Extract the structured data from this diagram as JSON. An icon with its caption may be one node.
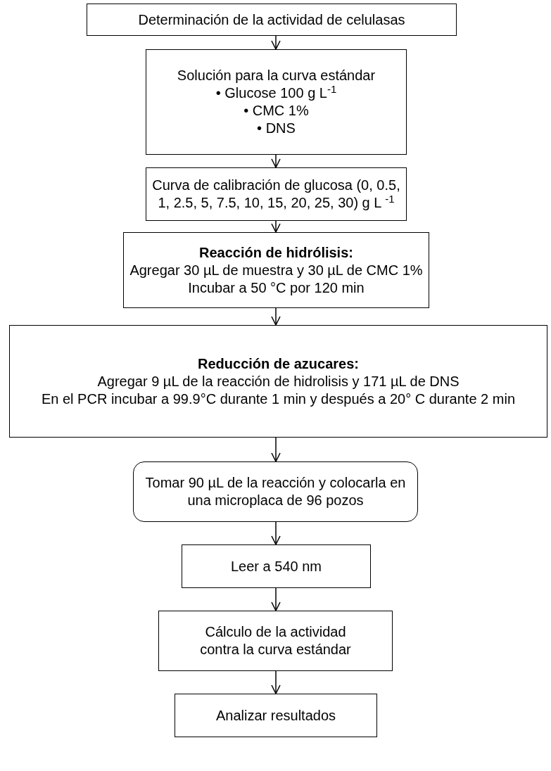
{
  "diagram": {
    "nodes": [
      {
        "text": [
          "Determinación de la actividad de celulasas"
        ]
      },
      {
        "text": [
          "Solución para la curva estándar",
          "• Glucose 100 g L$^{-1}$",
          "• CMC 1%",
          "• DNS"
        ]
      },
      {
        "text": [
          "Curva de calibración de glucosa (0, 0.5, 1, 2.5, 5, 7.5, 10, 15, 20, 25, 30) g L $^{-1}$"
        ]
      },
      {
        "text": [
          "Reacción de hidrólisis:",
          "Agregar 30 µL de muestra y 30 µL de CMC 1%",
          "Incubar a 50 °C por 120 min"
        ]
      },
      {
        "text": [
          "Reducción de azucares:",
          "Agregar 9 µL de la reacción de hidrolisis y 171 µL de DNS",
          "En el PCR incubar a 99.9°C durante 1 min y después a 20° C durante 2 min"
        ]
      },
      {
        "text": [
          "Tomar 90 µL de la reacción y colocarla en una microplaca de 96 pozos"
        ]
      },
      {
        "text": [
          "Leer a 540 nm"
        ]
      },
      {
        "text": [
          "Cálculo de la actividad contra la curva estándar"
        ]
      },
      {
        "text": [
          "Analizar resultados"
        ]
      }
    ],
    "edges": [
      {
        "from": 0,
        "to": 1,
        "arrow": "to"
      },
      {
        "from": 1,
        "to": 2,
        "arrow": "to"
      },
      {
        "from": 2,
        "to": 3,
        "arrow": "to"
      },
      {
        "from": 3,
        "to": 4,
        "arrow": "to"
      },
      {
        "from": 4,
        "to": 5,
        "arrow": "to"
      },
      {
        "from": 5,
        "to": 6,
        "arrow": "to"
      },
      {
        "from": 6,
        "to": 7,
        "arrow": "to"
      },
      {
        "from": 7,
        "to": 8,
        "arrow": "to"
      }
    ]
  }
}
